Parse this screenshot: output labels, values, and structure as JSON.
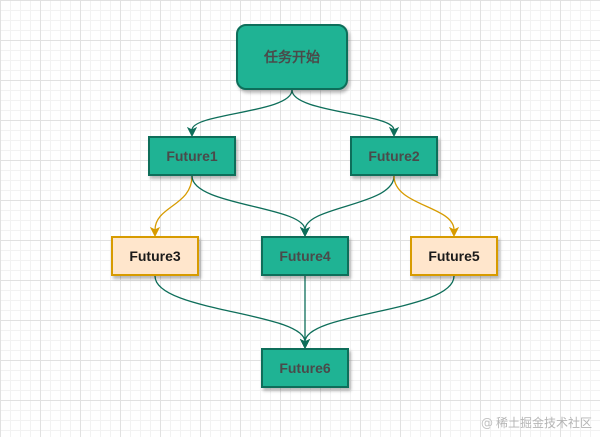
{
  "diagram": {
    "nodes": [
      {
        "id": "start",
        "label": "任务开始"
      },
      {
        "id": "f1",
        "label": "Future1"
      },
      {
        "id": "f2",
        "label": "Future2"
      },
      {
        "id": "f3",
        "label": "Future3"
      },
      {
        "id": "f4",
        "label": "Future4"
      },
      {
        "id": "f5",
        "label": "Future5"
      },
      {
        "id": "f6",
        "label": "Future6"
      }
    ],
    "edges": [
      {
        "from": "start",
        "to": "f1",
        "color": "#0e6e5a"
      },
      {
        "from": "start",
        "to": "f2",
        "color": "#0e6e5a"
      },
      {
        "from": "f1",
        "to": "f3",
        "color": "#d79b00"
      },
      {
        "from": "f1",
        "to": "f4",
        "color": "#0e6e5a"
      },
      {
        "from": "f2",
        "to": "f4",
        "color": "#0e6e5a"
      },
      {
        "from": "f2",
        "to": "f5",
        "color": "#d79b00"
      },
      {
        "from": "f3",
        "to": "f6",
        "color": "#0e6e5a"
      },
      {
        "from": "f4",
        "to": "f6",
        "color": "#0e6e5a"
      },
      {
        "from": "f5",
        "to": "f6",
        "color": "#0e6e5a"
      }
    ],
    "colors": {
      "green_fill": "#1fb394",
      "green_stroke": "#0e6e5a",
      "orange_fill": "#ffe6cc",
      "orange_stroke": "#d79b00"
    }
  },
  "watermark": {
    "icon": "at-sign-icon",
    "text": "稀土掘金技术社区"
  }
}
